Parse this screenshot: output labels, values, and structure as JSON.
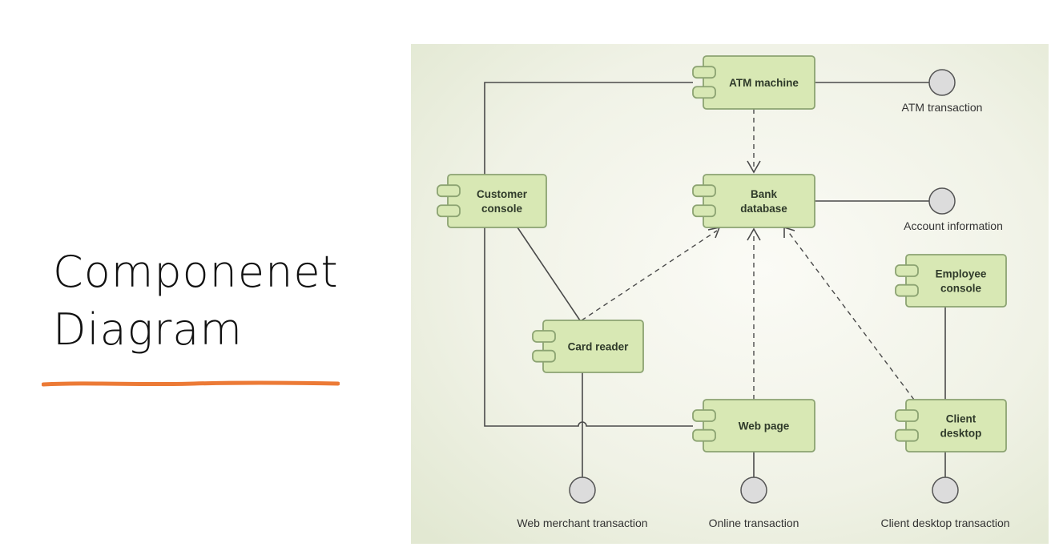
{
  "slide": {
    "title_line1": "Componenet",
    "title_line2": "Diagram",
    "accent_color": "#ec7a36"
  },
  "diagram": {
    "component_fill": "#d8e8b4",
    "component_stroke": "#8ca372",
    "interface_fill": "#dcdcdc",
    "components": {
      "atm_machine": [
        "ATM machine"
      ],
      "bank_database": [
        "Bank",
        "database"
      ],
      "customer_console": [
        "Customer",
        "console"
      ],
      "card_reader": [
        "Card reader"
      ],
      "web_page": [
        "Web page"
      ],
      "employee_console": [
        "Employee",
        "console"
      ],
      "client_desktop": [
        "Client",
        "desktop"
      ]
    },
    "interfaces": {
      "atm_transaction": "ATM transaction",
      "account_information": "Account information",
      "web_merchant_transaction": "Web merchant transaction",
      "online_transaction": "Online transaction",
      "client_desktop_transaction": "Client desktop transaction"
    }
  }
}
